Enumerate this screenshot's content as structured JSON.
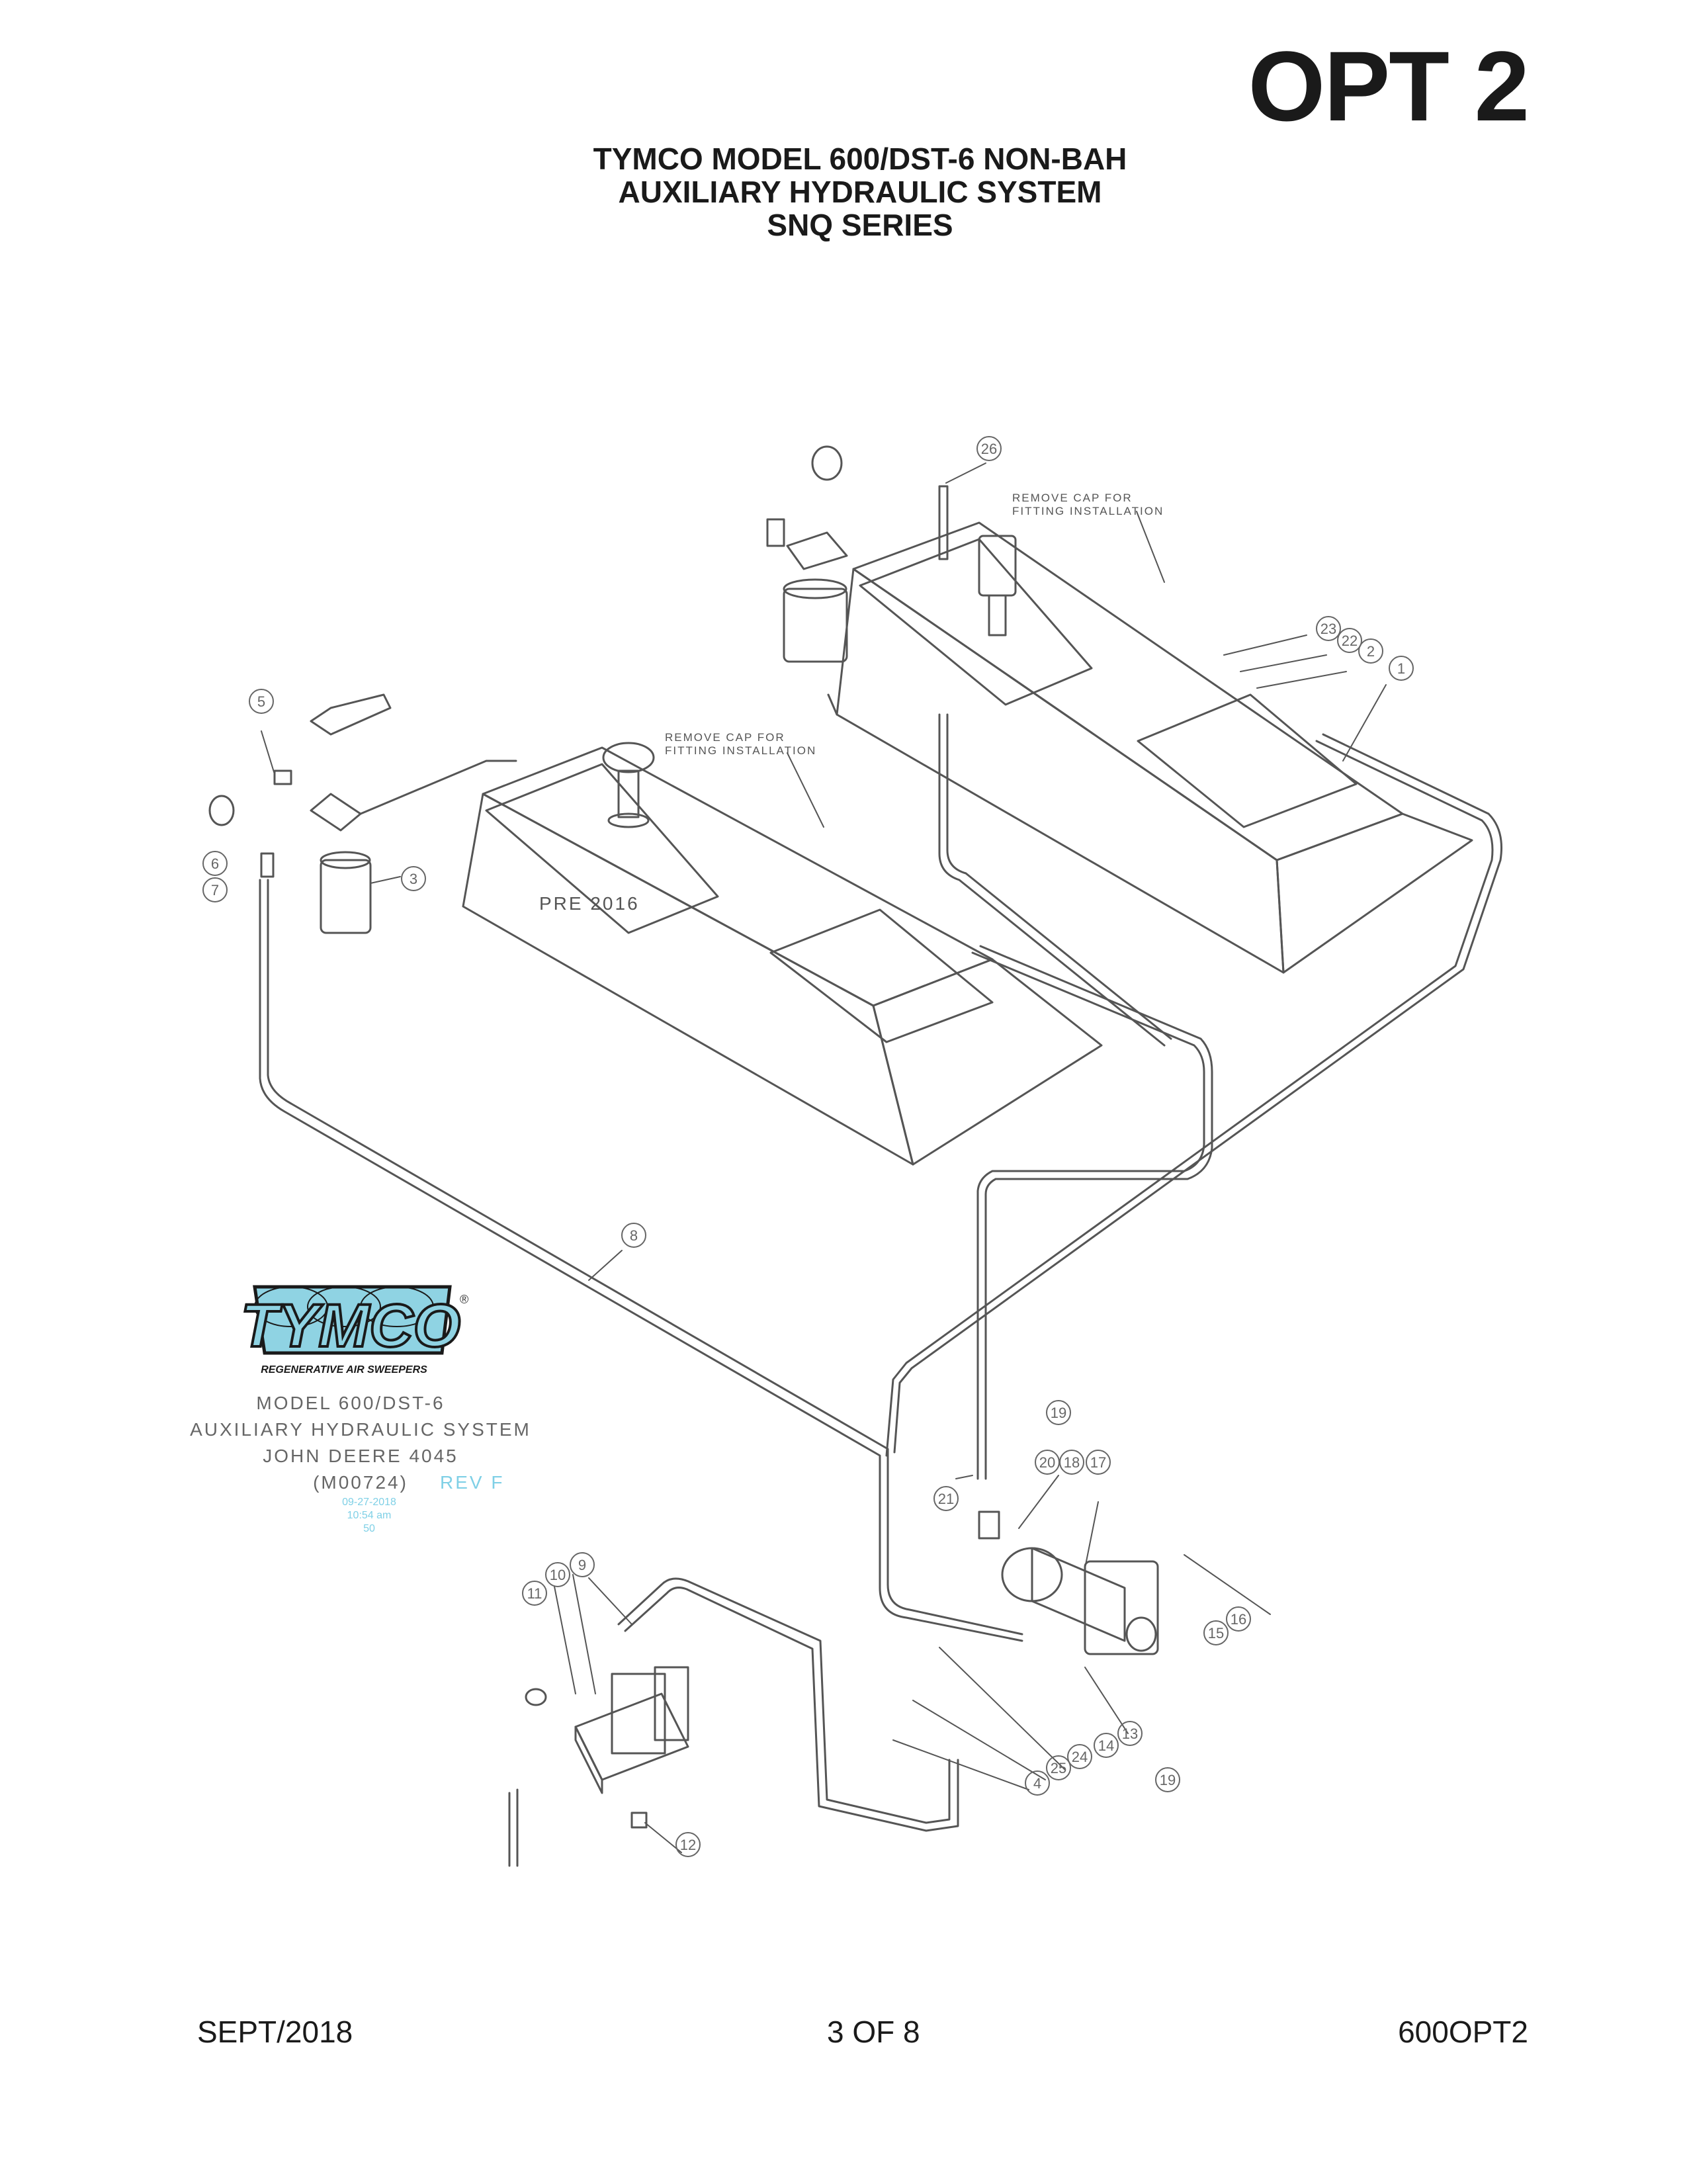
{
  "header": {
    "option_label": "OPT 2",
    "title_line1": "TYMCO MODEL 600/DST-6 NON-BAH",
    "title_line2": "AUXILIARY HYDRAULIC SYSTEM",
    "title_line3": "SNQ SERIES"
  },
  "notes": {
    "remove_cap_line1": "REMOVE CAP FOR",
    "remove_cap_line2": "FITTING INSTALLATION",
    "tank_label": "PRE 2016"
  },
  "logo": {
    "brand": "TYMCO",
    "tagline": "REGENERATIVE AIR SWEEPERS",
    "registered": "®"
  },
  "stamp": {
    "line1": "MODEL 600/DST-6",
    "line2": "AUXILIARY HYDRAULIC SYSTEM",
    "line3": "JOHN DEERE 4045",
    "line4": "(M00724)",
    "rev": "REV F",
    "date": "09-27-2018",
    "time": "10:54 am",
    "scale": "50"
  },
  "callouts": [
    "1",
    "2",
    "3",
    "4",
    "5",
    "6",
    "7",
    "8",
    "9",
    "10",
    "11",
    "12",
    "13",
    "14",
    "15",
    "16",
    "17",
    "18",
    "19",
    "19",
    "20",
    "21",
    "22",
    "23",
    "24",
    "25",
    "26"
  ],
  "footer": {
    "date": "SEPT/2018",
    "page": "3 OF 8",
    "code": "600OPT2"
  },
  "colors": {
    "ink": "#1a1a1a",
    "line": "#555555",
    "logo_cyan": "#8fd3e3",
    "stamp_cyan": "#7fd0e6"
  }
}
